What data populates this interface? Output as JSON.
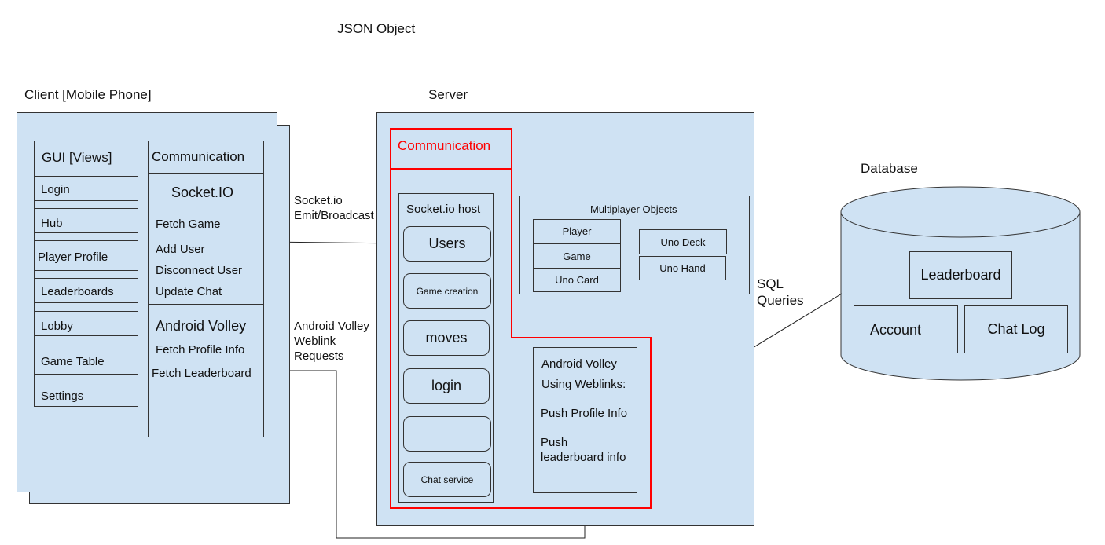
{
  "top_label": "JSON Object",
  "client": {
    "title": "Client [Mobile Phone]",
    "gui": {
      "header": "GUI [Views]",
      "items": [
        "Login",
        "Hub",
        "Player Profile",
        "Leaderboards",
        "Lobby",
        "Game Table",
        "Settings"
      ]
    },
    "communication": {
      "header": "Communication",
      "socket_title": "Socket.IO",
      "socket_items": [
        "Fetch Game",
        "Add User",
        "Disconnect User",
        "Update Chat"
      ],
      "volley_title": "Android Volley",
      "volley_items": [
        "Fetch Profile Info",
        "Fetch Leaderboard"
      ]
    }
  },
  "connectors": {
    "socket_label_1": "Socket.io",
    "socket_label_2": "Emit/Broadcast",
    "volley_label_1": "Android Volley",
    "volley_label_2": "Weblink",
    "volley_label_3": "Requests",
    "sql_label_1": "SQL",
    "sql_label_2": "Queries"
  },
  "server": {
    "title": "Server",
    "communication_label": "Communication",
    "socket_host": {
      "title": "Socket.io host",
      "items": [
        "Users",
        "Game creation",
        "moves",
        "login",
        "",
        "Chat service"
      ]
    },
    "multiplayer": {
      "title": "Multiplayer Objects",
      "left_items": [
        "Player",
        "Game",
        "Uno Card"
      ],
      "right_items": [
        "Uno Deck",
        "Uno Hand"
      ]
    },
    "volley": {
      "title": "Android Volley",
      "subtitle": "Using Weblinks:",
      "item1": "Push Profile Info",
      "item2_line1": "Push",
      "item2_line2": "leaderboard info"
    },
    "highlight_color": "#ff0000"
  },
  "database": {
    "title": "Database",
    "items": [
      "Leaderboard",
      "Account",
      "Chat Log"
    ]
  },
  "colors": {
    "fill": "#cfe2f3",
    "stroke": "#333333",
    "highlight": "#ff0000"
  }
}
